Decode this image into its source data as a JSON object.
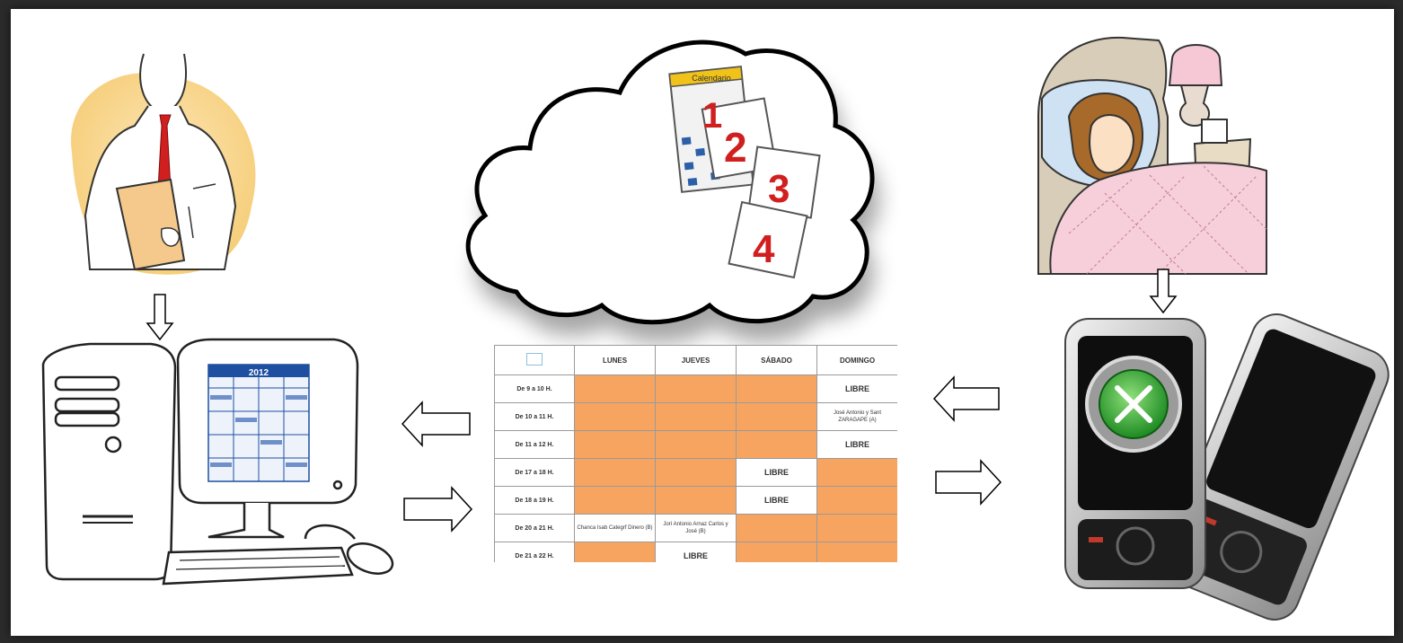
{
  "schedule": {
    "headers": [
      "LUNES",
      "JUEVES",
      "SÁBADO",
      "DOMINGO"
    ],
    "rows": [
      {
        "time": "De 9 a 10 H.",
        "cells": [
          "",
          "",
          "",
          "LIBRE"
        ]
      },
      {
        "time": "De 10 a 11 H.",
        "cells": [
          "",
          "",
          "",
          "José Antonio y Sant ZARAGAPE (A)"
        ]
      },
      {
        "time": "De 11 a 12 H.",
        "cells": [
          "",
          "",
          "",
          "LIBRE"
        ]
      },
      {
        "time": "De 17 a 18 H.",
        "cells": [
          "",
          "",
          "LIBRE",
          ""
        ]
      },
      {
        "time": "De 18 a 19 H.",
        "cells": [
          "",
          "",
          "LIBRE",
          ""
        ]
      },
      {
        "time": "De 20 a 21 H.",
        "cells": [
          "Chanca Isab Categrf Dinero (B)",
          "Jorí Antonio Arnaz Carlos y José (B)",
          "",
          ""
        ]
      },
      {
        "time": "De 21 a 22 H.",
        "cells": [
          "",
          "LIBRE",
          "",
          ""
        ]
      }
    ],
    "busy_color": "#f7a460"
  },
  "monitor_calendar_year": "2012",
  "calendar_pages": [
    "1",
    "2",
    "3",
    "4"
  ],
  "calendar_header": "Calendario"
}
